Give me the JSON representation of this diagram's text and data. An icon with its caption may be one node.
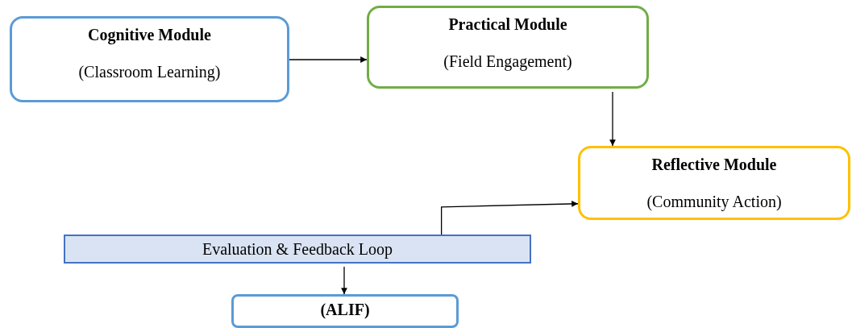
{
  "diagram": {
    "nodes": [
      {
        "text": [
          "Cognitive Module",
          "(Classroom Learning)"
        ]
      },
      {
        "text": [
          "Practical Module",
          "(Field Engagement)"
        ]
      },
      {
        "text": [
          "Reflective Module",
          "(Community Action)"
        ]
      },
      {
        "text": [
          "Evaluation & Feedback Loop"
        ]
      },
      {
        "text": [
          "(ALIF)"
        ]
      }
    ],
    "edges": [
      {
        "from": 0,
        "to": 1,
        "arrow": "to"
      },
      {
        "from": 1,
        "to": 2,
        "arrow": "to"
      },
      {
        "from": 3,
        "to": 2,
        "arrow": "to"
      },
      {
        "from": 3,
        "to": 4,
        "arrow": "to"
      }
    ]
  }
}
